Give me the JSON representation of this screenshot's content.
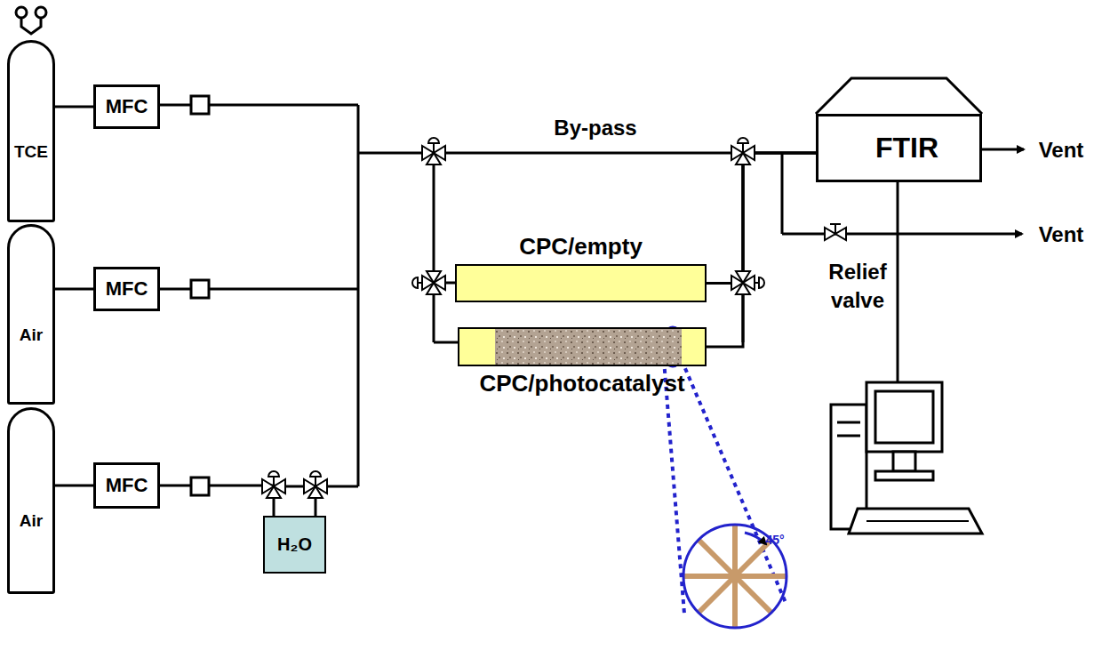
{
  "diagram": {
    "nodes": [
      {
        "text": [
          "TCE"
        ]
      },
      {
        "text": [
          "Air"
        ]
      },
      {
        "text": [
          "Air"
        ]
      },
      {
        "text": [
          "MFC"
        ]
      },
      {
        "text": [
          "MFC"
        ]
      },
      {
        "text": [
          "MFC"
        ]
      },
      {
        "text": [
          "H₂O"
        ]
      },
      {
        "text": [
          "CPC/empty"
        ]
      },
      {
        "text": [
          "CPC/photocatalyst"
        ]
      },
      {
        "text": [
          "FTIR"
        ]
      }
    ],
    "edges": [
      {
        "from": 0,
        "to": 3,
        "arrow": "none"
      },
      {
        "from": 1,
        "to": 4,
        "arrow": "none"
      },
      {
        "from": 2,
        "to": 5,
        "arrow": "none"
      },
      {
        "from": 5,
        "to": 6,
        "arrow": "none"
      },
      {
        "from": 7,
        "to": 9,
        "arrow": "none"
      },
      {
        "from": 8,
        "to": 9,
        "arrow": "none"
      }
    ],
    "labels": [
      "By-pass",
      "Vent",
      "Vent",
      "Relief valve",
      "45°"
    ]
  }
}
